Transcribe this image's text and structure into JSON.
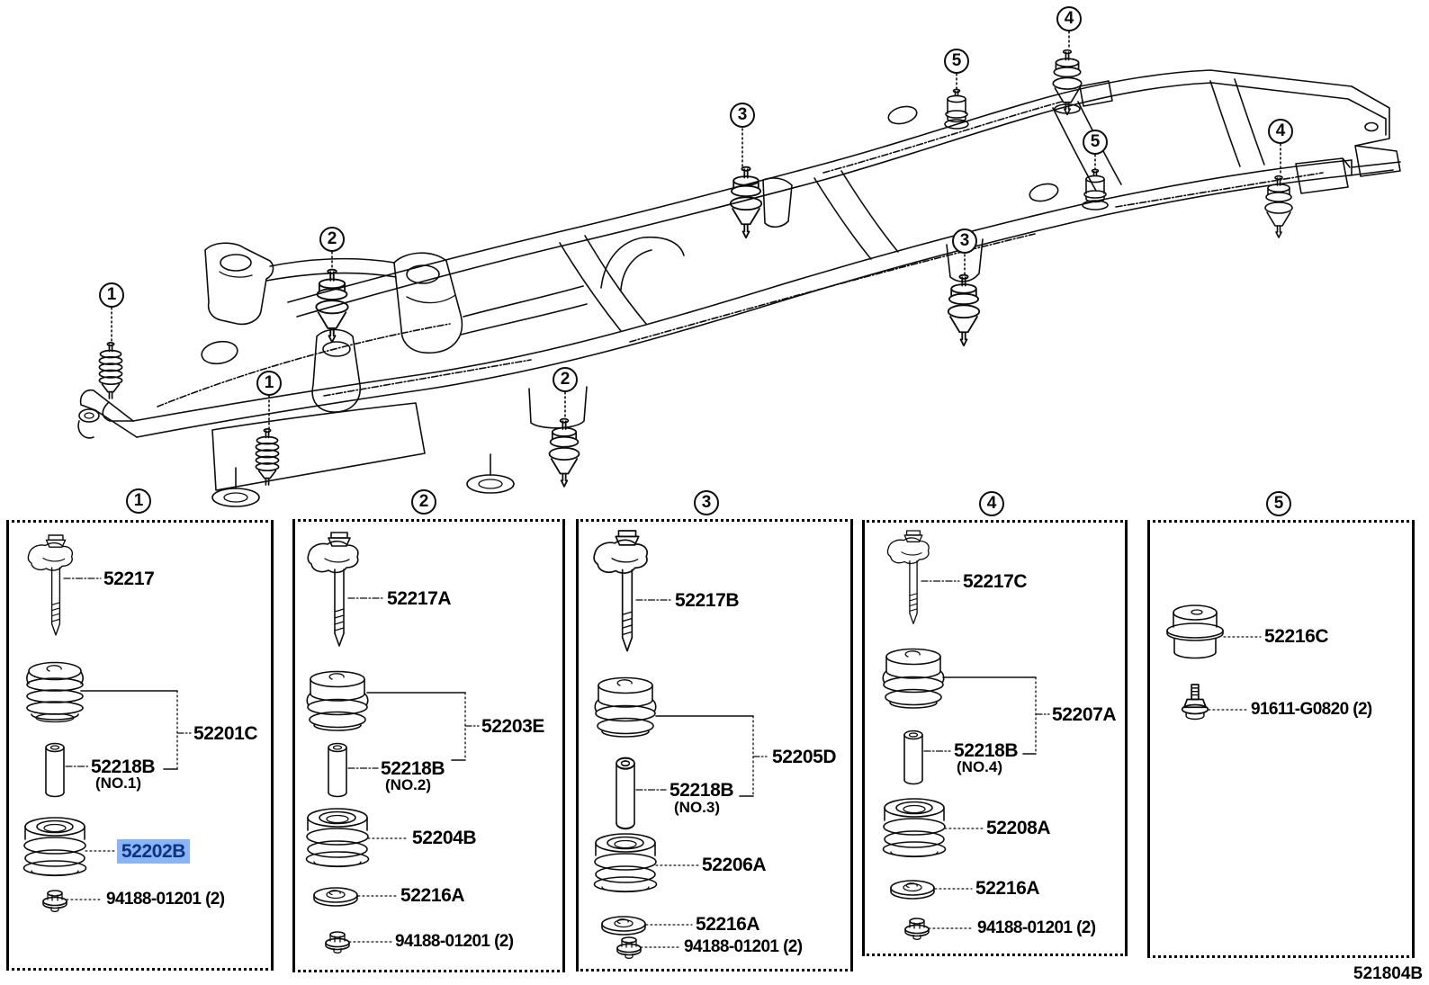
{
  "diagram_code": "521804B",
  "colors": {
    "line": "#0d0d0d",
    "highlight_bg": "#88b5f7",
    "highlight_text": "#0e3180"
  },
  "frame_callouts": [
    {
      "label": "1"
    },
    {
      "label": "1"
    },
    {
      "label": "2"
    },
    {
      "label": "2"
    },
    {
      "label": "3"
    },
    {
      "label": "3"
    },
    {
      "label": "4"
    },
    {
      "label": "4"
    },
    {
      "label": "5"
    },
    {
      "label": "5"
    }
  ],
  "panels": [
    {
      "number": "1",
      "bolt_label": "52217",
      "group_label": "52201C",
      "spacer_label": "52218B",
      "spacer_note": "(NO.1)",
      "cushion_label": "52202B",
      "cushion_highlighted": true,
      "nut_label": "94188-01201 (2)"
    },
    {
      "number": "2",
      "bolt_label": "52217A",
      "group_label": "52203E",
      "spacer_label": "52218B",
      "spacer_note": "(NO.2)",
      "cushion_label": "52204B",
      "washer_label": "52216A",
      "nut_label": "94188-01201 (2)"
    },
    {
      "number": "3",
      "bolt_label": "52217B",
      "group_label": "52205D",
      "spacer_label": "52218B",
      "spacer_note": "(NO.3)",
      "cushion_label": "52206A",
      "washer_label": "52216A",
      "nut_label": "94188-01201 (2)"
    },
    {
      "number": "4",
      "bolt_label": "52217C",
      "group_label": "52207A",
      "spacer_label": "52218B",
      "spacer_note": "(NO.4)",
      "cushion_label": "52208A",
      "washer_label": "52216A",
      "nut_label": "94188-01201 (2)"
    },
    {
      "number": "5",
      "cushion_label": "52216C",
      "bolt_label": "91611-G0820 (2)"
    }
  ]
}
